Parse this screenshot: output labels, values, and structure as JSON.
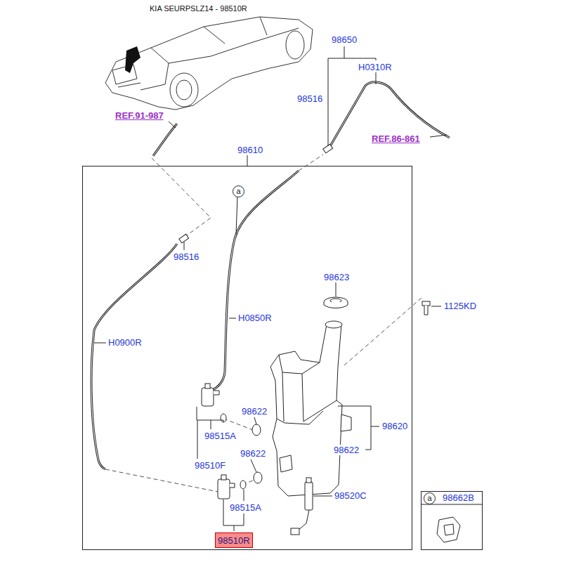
{
  "diagram": {
    "title": "KIA SEURPSLZ14 - 98510R",
    "nodes": [
      {
        "text": [
          "98610"
        ]
      },
      {
        "text": [
          "98510R"
        ],
        "in": 0
      },
      {
        "text": [
          "a"
        ],
        "in": 0
      },
      {
        "text": [
          "98662B"
        ]
      },
      {
        "text": [
          "a"
        ],
        "in": 3
      }
    ],
    "labels": [
      "REF.91-987",
      "98650",
      "H0310R",
      "98516",
      "REF.86-861",
      "98516",
      "H0850R",
      "H0900R",
      "98623",
      "1125KD",
      "98622",
      "98620",
      "98515A",
      "98622",
      "98622",
      "98510F",
      "98520C",
      "98515A"
    ]
  }
}
